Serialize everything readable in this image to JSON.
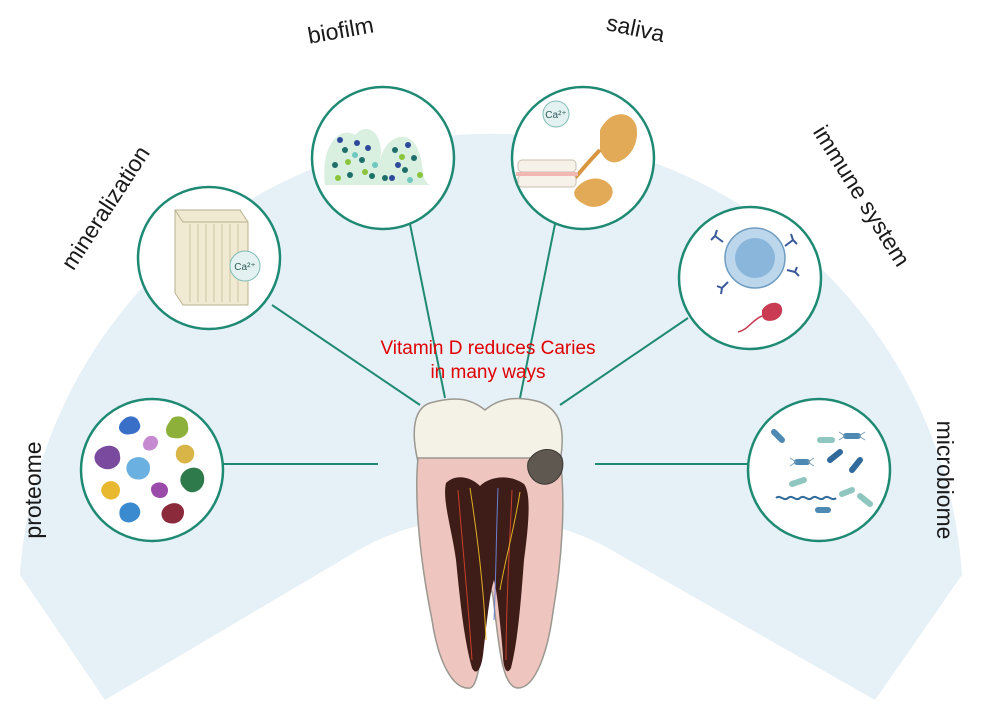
{
  "diagram": {
    "center": {
      "line1": "Vitamin D reduces Caries",
      "line2": "in many ways",
      "color": "#e00000"
    },
    "topics": {
      "proteome": "proteome",
      "mineralization": "mineralization",
      "biofilm": "biofilm",
      "saliva": "saliva",
      "immune": "immune system",
      "microbiome": "microbiome"
    },
    "calcium_ion": "Ca²⁺",
    "colors": {
      "fan": "#e6f0f7",
      "circle_border": "#1f8a73",
      "connector": "#1f8a73"
    }
  }
}
